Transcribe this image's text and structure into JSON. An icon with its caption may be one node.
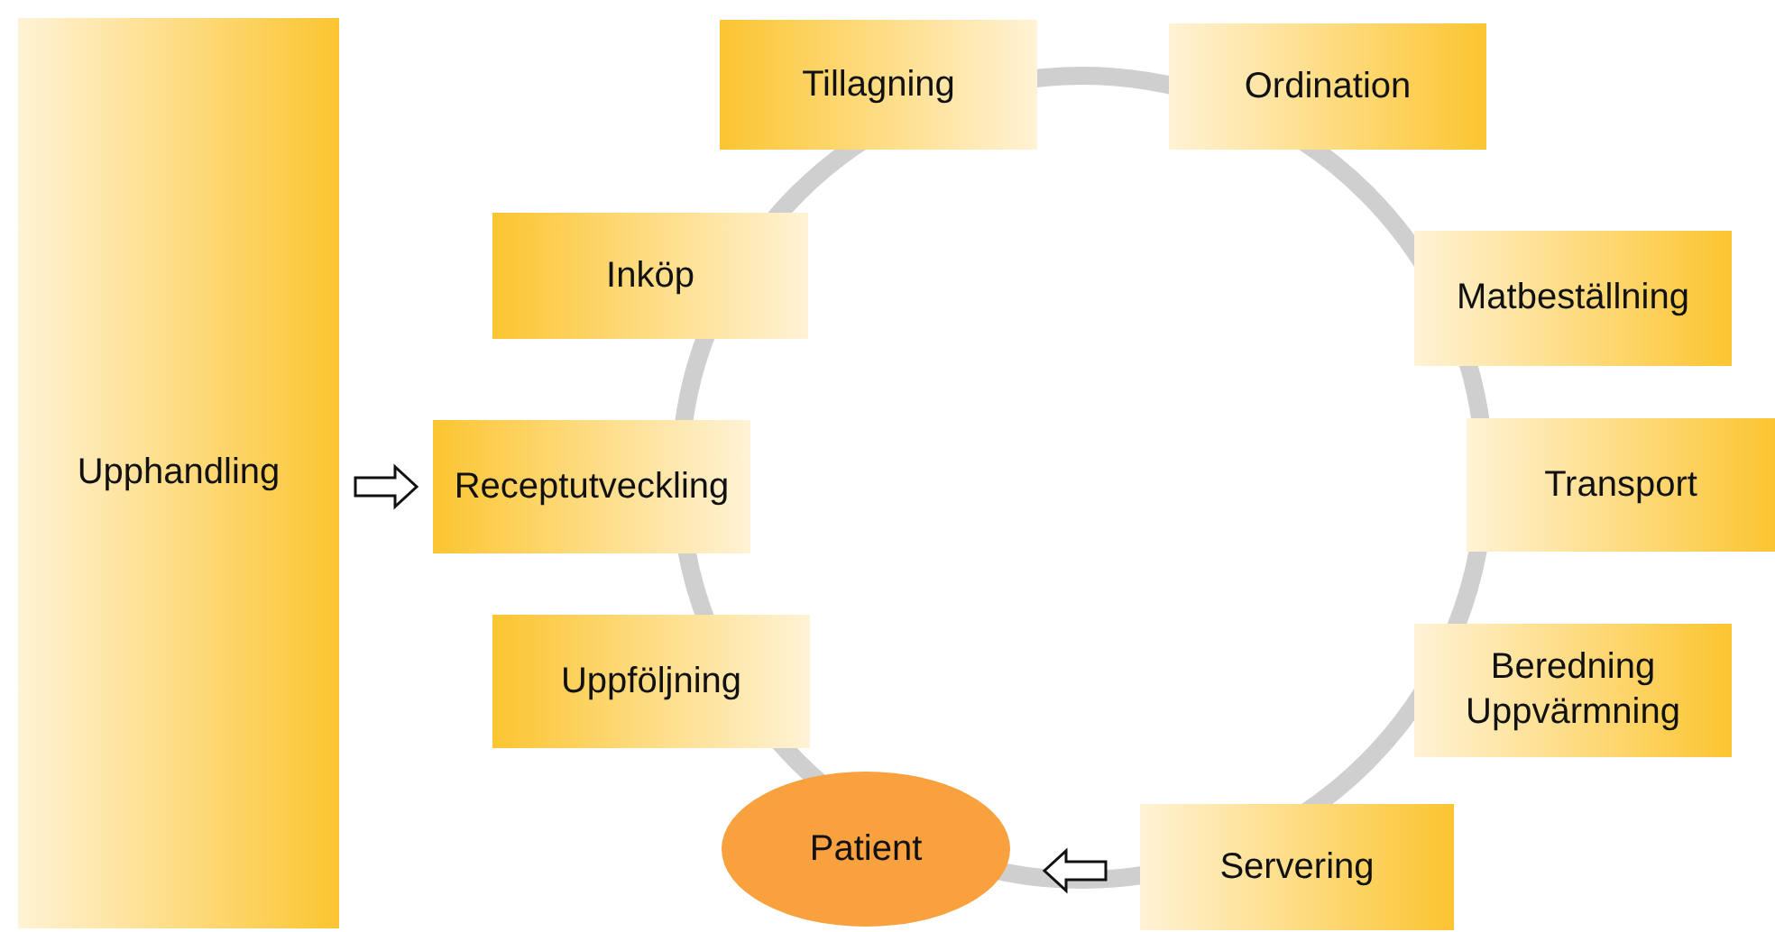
{
  "diagram": {
    "nodes": [
      {
        "text": [
          "Upphandling"
        ]
      },
      {
        "text": [
          "Tillagning"
        ]
      },
      {
        "text": [
          "Ordination"
        ]
      },
      {
        "text": [
          "Inköp"
        ]
      },
      {
        "text": [
          "Matbeställning"
        ]
      },
      {
        "text": [
          "Receptutveckling"
        ]
      },
      {
        "text": [
          "Transport"
        ]
      },
      {
        "text": [
          "Uppföljning"
        ]
      },
      {
        "text": [
          "Beredning Uppvärmning"
        ]
      },
      {
        "text": [
          "Patient"
        ]
      },
      {
        "text": [
          "Servering"
        ]
      }
    ],
    "edges": [
      {
        "from": 0,
        "to": 5,
        "arrow": "to"
      },
      {
        "from": 10,
        "to": 9,
        "arrow": "to"
      }
    ]
  }
}
